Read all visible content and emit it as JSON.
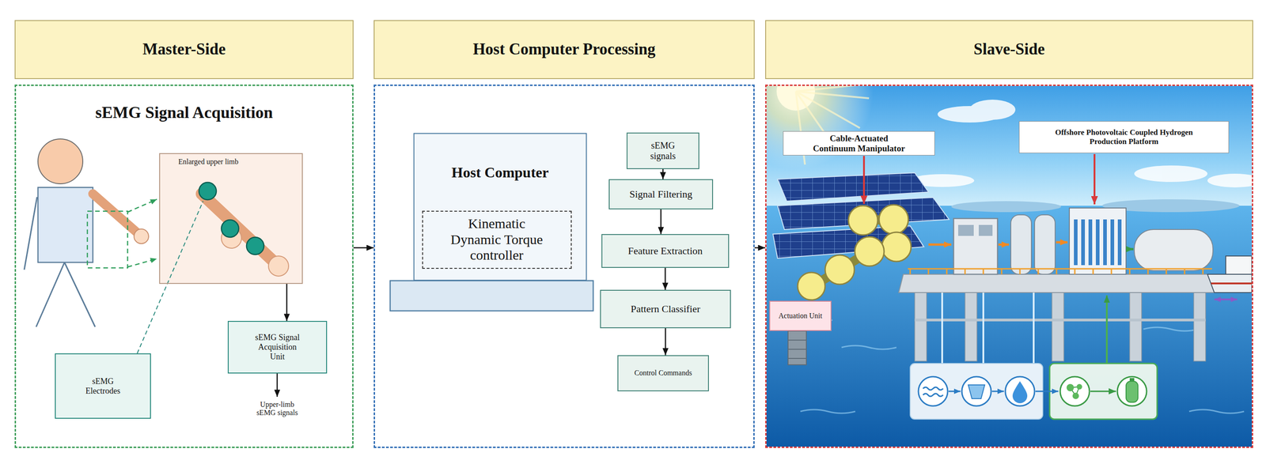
{
  "diagram": {
    "nodes": [
      {
        "text": [
          "Master-Side",
          "sEMG Signal Acquisition"
        ]
      },
      {
        "text": [
          "Enlarged upper limb"
        ],
        "in": 0
      },
      {
        "text": [
          "sEMG Signal Acquisition Unit"
        ],
        "in": 0
      },
      {
        "text": [
          "sEMG Electrodes"
        ],
        "in": 0
      },
      {
        "text": [
          "Host Computer Processing"
        ]
      },
      {
        "text": [
          "Host Computer"
        ],
        "in": 4
      },
      {
        "text": [
          "Kinematic Dynamic Torque controller"
        ],
        "in": 5
      },
      {
        "text": [
          "sEMG signals"
        ],
        "in": 4
      },
      {
        "text": [
          "Signal Filtering"
        ],
        "in": 4
      },
      {
        "text": [
          "Feature Extraction"
        ],
        "in": 4
      },
      {
        "text": [
          "Pattern Classifier"
        ],
        "in": 4
      },
      {
        "text": [
          "Control Commands"
        ],
        "in": 4
      },
      {
        "text": [
          "Slave-Side"
        ]
      },
      {
        "text": [
          "Cable-Actuated Continuum Manipulator"
        ],
        "in": 12
      },
      {
        "text": [
          "Offshore Photovoltaic Coupled Hydrogen Production Platform"
        ],
        "in": 12
      },
      {
        "text": [
          "Actuation Unit"
        ],
        "in": 12
      }
    ],
    "edges": [
      {
        "from": 0,
        "to": 4,
        "arrow": "to"
      },
      {
        "from": 4,
        "to": 12,
        "arrow": "to"
      },
      {
        "from": 1,
        "to": 2,
        "arrow": "to"
      },
      {
        "from": 7,
        "to": 8,
        "arrow": "to"
      },
      {
        "from": 8,
        "to": 9,
        "arrow": "to"
      },
      {
        "from": 9,
        "to": 10,
        "arrow": "to"
      },
      {
        "from": 10,
        "to": 11,
        "arrow": "to"
      }
    ],
    "labels": [
      "Upper-limb sEMG signals"
    ]
  }
}
